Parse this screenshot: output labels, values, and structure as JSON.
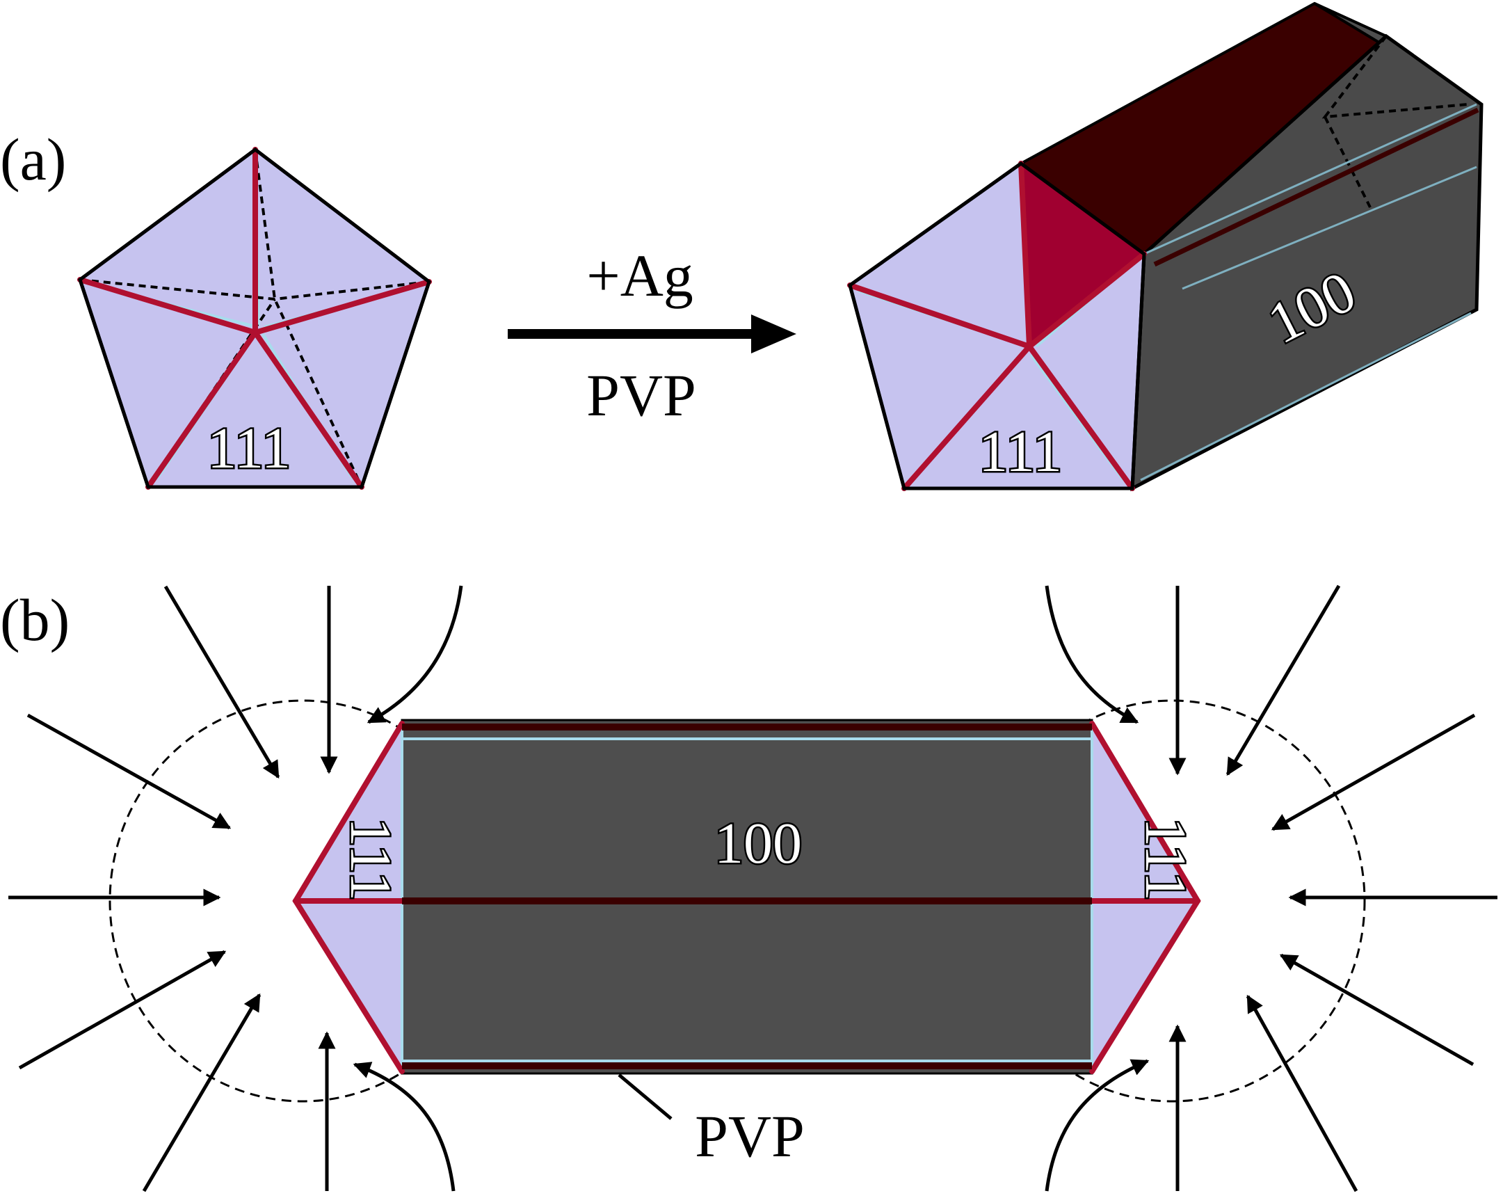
{
  "panels": {
    "a": {
      "label": "(a)",
      "seed_face": "111",
      "reagent_top": "+Ag",
      "reagent_bottom": "PVP",
      "rod_end_face": "111",
      "rod_side_face": "100"
    },
    "b": {
      "label": "(b)",
      "left_end_face": "111",
      "right_end_face": "111",
      "side_face": "100",
      "capping_label": "PVP"
    }
  },
  "colors": {
    "end_face": "#c6c3ef",
    "twin_boundary": "#b01030",
    "side_face": "#4a4a4a",
    "top_face": "#3a0000",
    "highlight_face": "#a00030",
    "edge_highlight": "#a8dcec"
  }
}
